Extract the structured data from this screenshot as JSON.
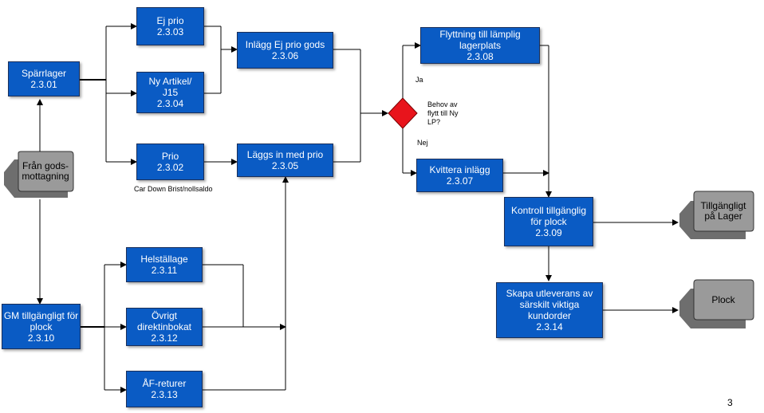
{
  "boxes": {
    "b2301": {
      "title": "Spärrlager",
      "code": "2.3.01"
    },
    "b2303": {
      "title": "Ej prio",
      "code": "2.3.03"
    },
    "b2304": {
      "title": "Ny Artikel/ J15",
      "code": "2.3.04"
    },
    "b2302": {
      "title": "Prio",
      "code": "2.3.02"
    },
    "b2306": {
      "title": "Inlägg Ej prio gods",
      "code": "2.3.06"
    },
    "b2305": {
      "title": "Läggs in med prio",
      "code": "2.3.05"
    },
    "b2308": {
      "title": "Flyttning till lämplig lagerplats",
      "code": "2.3.08"
    },
    "b2307": {
      "title": "Kvittera inlägg",
      "code": "2.3.07"
    },
    "b2309": {
      "title": "Kontroll tillgänglig för plock",
      "code": "2.3.09"
    },
    "b2314": {
      "title": "Skapa utleverans av särskilt viktiga kundorder",
      "code": "2.3.14"
    },
    "b2310": {
      "title": "GM tillgängligt för plock",
      "code": "2.3.10"
    },
    "b2311": {
      "title": "Helställage",
      "code": "2.3.11"
    },
    "b2312": {
      "title": "Övrigt direktinbokat",
      "code": "2.3.12"
    },
    "b2313": {
      "title": "ÅF-returer",
      "code": "2.3.13"
    }
  },
  "terminators": {
    "fran": "Från gods-mottagning",
    "tillg": "Tillgängligt på Lager",
    "plock": "Plock"
  },
  "decision": {
    "label": "Behov av flytt till Ny LP?",
    "yes": "Ja",
    "no": "Nej"
  },
  "notes": {
    "prio": "Car Down Brist/nollsaldo"
  },
  "page_number": "3",
  "colors": {
    "box_fill": "#0a5bc4",
    "box_border": "#1a2f5a",
    "decision_fill": "#e8141c",
    "terminator_fill": "#9a9a9a"
  }
}
